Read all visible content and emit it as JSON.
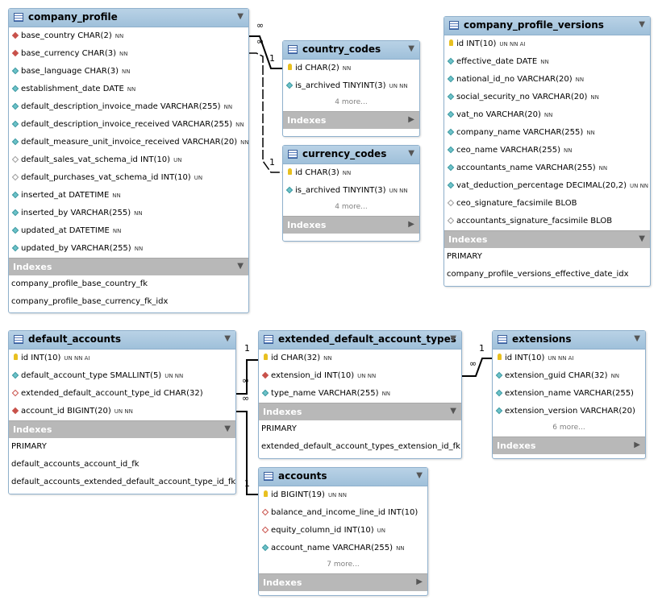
{
  "tables": {
    "company_profile": {
      "name": "company_profile",
      "columns": [
        {
          "icon": "fk",
          "name": "base_country CHAR(2)",
          "flags": "NN"
        },
        {
          "icon": "fk",
          "name": "base_currency CHAR(3)",
          "flags": "NN"
        },
        {
          "icon": "col",
          "name": "base_language CHAR(3)",
          "flags": "NN"
        },
        {
          "icon": "col",
          "name": "establishment_date DATE",
          "flags": "NN"
        },
        {
          "icon": "col",
          "name": "default_description_invoice_made VARCHAR(255)",
          "flags": "NN"
        },
        {
          "icon": "col",
          "name": "default_description_invoice_received VARCHAR(255)",
          "flags": "NN"
        },
        {
          "icon": "col",
          "name": "default_measure_unit_invoice_received VARCHAR(20)",
          "flags": "NN"
        },
        {
          "icon": "null",
          "name": "default_sales_vat_schema_id INT(10)",
          "flags": "UN"
        },
        {
          "icon": "null",
          "name": "default_purchases_vat_schema_id INT(10)",
          "flags": "UN"
        },
        {
          "icon": "col",
          "name": "inserted_at DATETIME",
          "flags": "NN"
        },
        {
          "icon": "col",
          "name": "inserted_by VARCHAR(255)",
          "flags": "NN"
        },
        {
          "icon": "col",
          "name": "updated_at DATETIME",
          "flags": "NN"
        },
        {
          "icon": "col",
          "name": "updated_by VARCHAR(255)",
          "flags": "NN"
        }
      ],
      "indexes_label": "Indexes",
      "indexes": [
        "company_profile_base_country_fk",
        "company_profile_base_currency_fk_idx"
      ]
    },
    "country_codes": {
      "name": "country_codes",
      "columns": [
        {
          "icon": "pk",
          "name": "id CHAR(2)",
          "flags": "NN"
        },
        {
          "icon": "col",
          "name": "is_archived TINYINT(3)",
          "flags": "UN NN"
        }
      ],
      "more": "4 more...",
      "indexes_label": "Indexes"
    },
    "currency_codes": {
      "name": "currency_codes",
      "columns": [
        {
          "icon": "pk",
          "name": "id CHAR(3)",
          "flags": "NN"
        },
        {
          "icon": "col",
          "name": "is_archived TINYINT(3)",
          "flags": "UN NN"
        }
      ],
      "more": "4 more...",
      "indexes_label": "Indexes"
    },
    "company_profile_versions": {
      "name": "company_profile_versions",
      "columns": [
        {
          "icon": "pk",
          "name": "id INT(10)",
          "flags": "UN NN AI"
        },
        {
          "icon": "col",
          "name": "effective_date DATE",
          "flags": "NN"
        },
        {
          "icon": "col",
          "name": "national_id_no VARCHAR(20)",
          "flags": "NN"
        },
        {
          "icon": "col",
          "name": "social_security_no VARCHAR(20)",
          "flags": "NN"
        },
        {
          "icon": "col",
          "name": "vat_no VARCHAR(20)",
          "flags": "NN"
        },
        {
          "icon": "col",
          "name": "company_name VARCHAR(255)",
          "flags": "NN"
        },
        {
          "icon": "col",
          "name": "ceo_name VARCHAR(255)",
          "flags": "NN"
        },
        {
          "icon": "col",
          "name": "accountants_name VARCHAR(255)",
          "flags": "NN"
        },
        {
          "icon": "col",
          "name": "vat_deduction_percentage DECIMAL(20,2)",
          "flags": "UN NN"
        },
        {
          "icon": "null",
          "name": "ceo_signature_facsimile BLOB",
          "flags": ""
        },
        {
          "icon": "null",
          "name": "accountants_signature_facsimile BLOB",
          "flags": ""
        }
      ],
      "indexes_label": "Indexes",
      "indexes": [
        "PRIMARY",
        "company_profile_versions_effective_date_idx"
      ]
    },
    "default_accounts": {
      "name": "default_accounts",
      "columns": [
        {
          "icon": "pk",
          "name": "id INT(10)",
          "flags": "UN NN AI"
        },
        {
          "icon": "col",
          "name": "default_account_type SMALLINT(5)",
          "flags": "UN NN"
        },
        {
          "icon": "fkn",
          "name": "extended_default_account_type_id CHAR(32)",
          "flags": ""
        },
        {
          "icon": "fk",
          "name": "account_id BIGINT(20)",
          "flags": "UN NN"
        }
      ],
      "indexes_label": "Indexes",
      "indexes": [
        "PRIMARY",
        "default_accounts_account_id_fk",
        "default_accounts_extended_default_account_type_id_fk"
      ]
    },
    "extended_default_account_types": {
      "name": "extended_default_account_types",
      "columns": [
        {
          "icon": "pk",
          "name": "id CHAR(32)",
          "flags": "NN"
        },
        {
          "icon": "fk",
          "name": "extension_id INT(10)",
          "flags": "UN NN"
        },
        {
          "icon": "col",
          "name": "type_name VARCHAR(255)",
          "flags": "NN"
        }
      ],
      "indexes_label": "Indexes",
      "indexes": [
        "PRIMARY",
        "extended_default_account_types_extension_id_fk"
      ]
    },
    "extensions": {
      "name": "extensions",
      "columns": [
        {
          "icon": "pk",
          "name": "id INT(10)",
          "flags": "UN NN AI"
        },
        {
          "icon": "col",
          "name": "extension_guid CHAR(32)",
          "flags": "NN"
        },
        {
          "icon": "col",
          "name": "extension_name VARCHAR(255)",
          "flags": ""
        },
        {
          "icon": "col",
          "name": "extension_version VARCHAR(20)",
          "flags": ""
        }
      ],
      "more": "6 more...",
      "indexes_label": "Indexes"
    },
    "accounts": {
      "name": "accounts",
      "columns": [
        {
          "icon": "pk",
          "name": "id BIGINT(19)",
          "flags": "UN NN"
        },
        {
          "icon": "fkn",
          "name": "balance_and_income_line_id INT(10)",
          "flags": ""
        },
        {
          "icon": "fkn",
          "name": "equity_column_id INT(10)",
          "flags": "UN"
        },
        {
          "icon": "col",
          "name": "account_name VARCHAR(255)",
          "flags": "NN"
        }
      ],
      "more": "7 more...",
      "indexes_label": "Indexes"
    }
  },
  "cardinality": {
    "many": "∞",
    "one": "1"
  }
}
